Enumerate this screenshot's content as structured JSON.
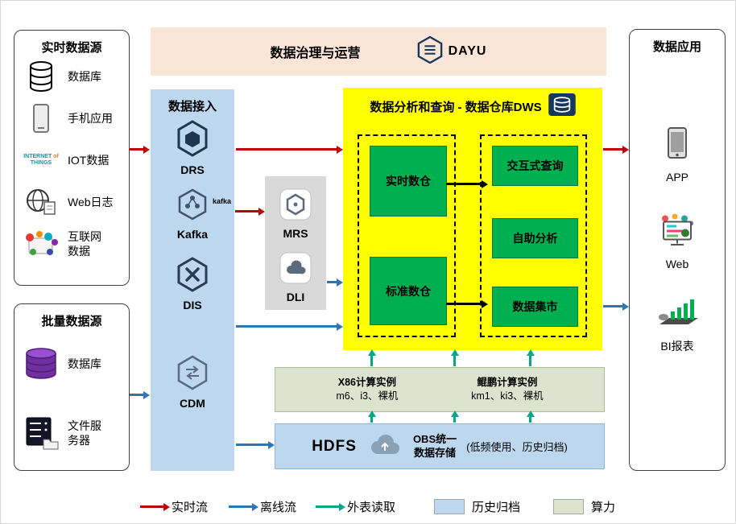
{
  "colors": {
    "realtime_flow": "#c00000",
    "offline_flow": "#2e75b6",
    "external_read": "#00a887",
    "history_archive": "#bdd7ee",
    "compute_bg": "#dde3cf",
    "governance_bg": "#fbe5d6",
    "ingest_bg": "#bdd7ee",
    "mrsdli_bg": "#d9d9d9",
    "dws_bg": "#ffff00",
    "green_box": "#00b050"
  },
  "sources_realtime": {
    "title": "实时数据源",
    "items": [
      {
        "label": "数据库",
        "icon": "database-icon"
      },
      {
        "label": "手机应用",
        "icon": "phone-icon"
      },
      {
        "label": "IOT数据",
        "icon": "iot-icon"
      },
      {
        "label": "Web日志",
        "icon": "web-log-icon"
      },
      {
        "label": "互联网数据",
        "icon": "internet-data-icon"
      }
    ]
  },
  "sources_batch": {
    "title": "批量数据源",
    "items": [
      {
        "label": "数据库",
        "icon": "purple-database-icon"
      },
      {
        "label": "文件服务器",
        "icon": "file-server-icon"
      }
    ]
  },
  "governance": {
    "title": "数据治理与运营",
    "logo_text": "DAYU"
  },
  "ingestion": {
    "title": "数据接入",
    "kafka_badge": "kafka",
    "items": [
      {
        "label": "DRS"
      },
      {
        "label": "Kafka"
      },
      {
        "label": "DIS"
      },
      {
        "label": "CDM"
      }
    ]
  },
  "processing": {
    "items": [
      {
        "label": "MRS"
      },
      {
        "label": "DLI"
      }
    ]
  },
  "dws": {
    "title": "数据分析和查询 - 数据仓库DWS",
    "left_boxes": [
      "实时数仓",
      "标准数仓"
    ],
    "right_boxes": [
      "交互式查询",
      "自助分析",
      "数据集市"
    ]
  },
  "compute": {
    "groups": [
      {
        "name": "X86计算实例",
        "detail": "m6、i3、裸机"
      },
      {
        "name": "鲲鹏计算实例",
        "detail": "km1、ki3、裸机"
      }
    ]
  },
  "storage": {
    "hdfs_label": "HDFS",
    "obs_line1": "OBS统一",
    "obs_line2": "数据存储",
    "note": "(低频使用、历史归档)"
  },
  "applications": {
    "title": "数据应用",
    "items": [
      {
        "label": "APP"
      },
      {
        "label": "Web"
      },
      {
        "label": "BI报表"
      }
    ]
  },
  "legend": {
    "items": [
      {
        "label": "实时流"
      },
      {
        "label": "离线流"
      },
      {
        "label": "外表读取"
      },
      {
        "label": "历史归档"
      },
      {
        "label": "算力"
      }
    ]
  }
}
